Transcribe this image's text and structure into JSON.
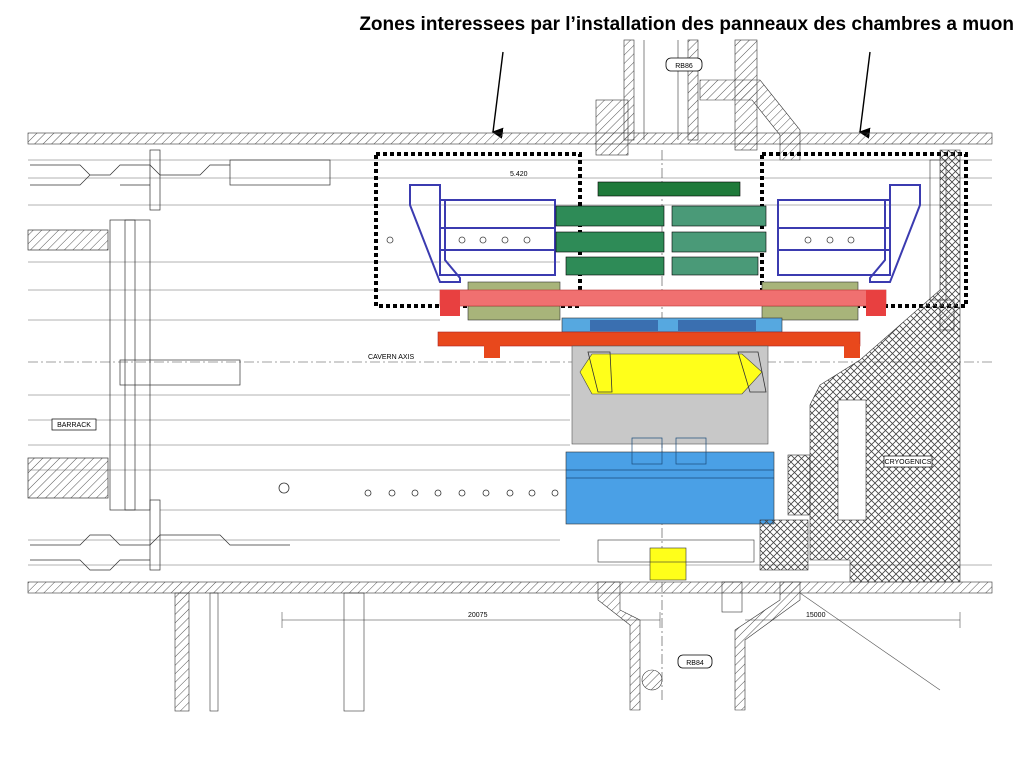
{
  "title": "Zones interessees par l’installation des panneaux des chambres a muon",
  "labels": {
    "rb86": "RB86",
    "rb84": "RB84",
    "cavern_axis": "CAVERN AXIS",
    "barrack": "BARRACK",
    "cryogenics": "CRYOGENICS",
    "dim_top": "5.420",
    "dim_left": "20075",
    "dim_right": "15000"
  },
  "colors": {
    "zone_outline": "#000000",
    "muon_frame": "#3b3bb0",
    "dark_green": "#1f7a3a",
    "mid_green": "#3a8f60",
    "sea_green": "#4a9a78",
    "olive": "#a8b47a",
    "salmon_red": "#f07070",
    "orange_red": "#e8481c",
    "light_blue": "#56a8e0",
    "sky_blue": "#4aa0e6",
    "yellow": "#ffff1a",
    "grey": "#c8c8c8",
    "hatch": "#444444"
  }
}
